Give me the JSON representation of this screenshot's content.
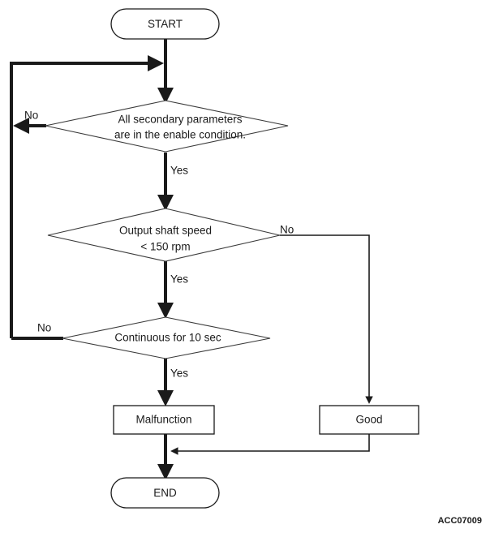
{
  "diagram": {
    "title_code": "ACC07009",
    "nodes": {
      "start": {
        "label": "START",
        "type": "terminator"
      },
      "decision_1": {
        "line1": "All secondary parameters",
        "line2": "are in the enable condition.",
        "type": "decision"
      },
      "decision_2": {
        "line1": "Output shaft speed",
        "line2": "< 150 rpm",
        "type": "decision"
      },
      "decision_3": {
        "line1": "Continuous for 10 sec",
        "line2": "",
        "type": "decision"
      },
      "malfunction": {
        "label": "Malfunction",
        "type": "process"
      },
      "good": {
        "label": "Good",
        "type": "process"
      },
      "end": {
        "label": "END",
        "type": "terminator"
      }
    },
    "edge_labels": {
      "d1_no": "No",
      "d1_yes": "Yes",
      "d2_no": "No",
      "d2_yes": "Yes",
      "d3_no": "No",
      "d3_yes": "Yes"
    },
    "colors": {
      "stroke": "#1a1a1a",
      "diamond_stroke": "#3a3a3a",
      "background": "#ffffff"
    }
  }
}
